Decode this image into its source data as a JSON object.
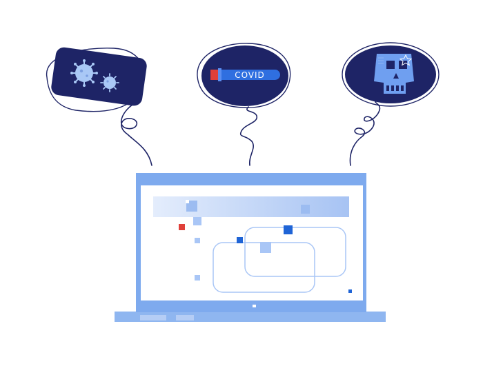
{
  "bubbles": [
    {
      "id": "virus",
      "icon": "virus-icon"
    },
    {
      "id": "covid",
      "icon": "test-tube-icon",
      "label": "COVID"
    },
    {
      "id": "skull",
      "icon": "skull-icon"
    }
  ],
  "colors": {
    "bubble_fill": "#1e2466",
    "string": "#1e2466",
    "laptop_blue": "#7eaaee",
    "laptop_base": "#8fb6f0",
    "accent_red": "#e0403a",
    "accent_blue": "#1f64d6",
    "light_blue": "#a9c6f6",
    "virus_fill": "#a9c8f6",
    "tube_blue": "#2f6fe0"
  }
}
